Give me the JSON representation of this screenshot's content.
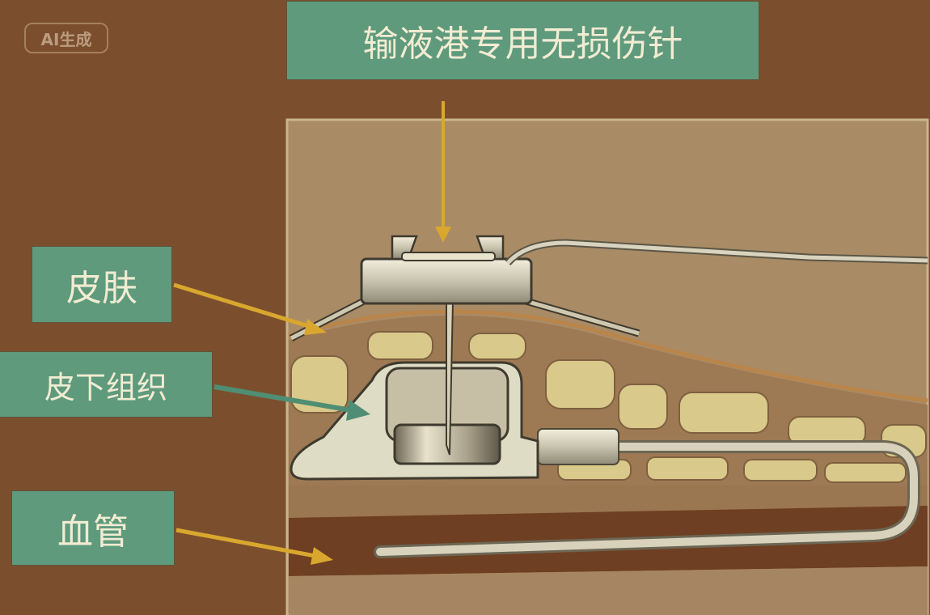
{
  "badge": "AI生成",
  "labels": {
    "title": "输液港专用无损伤针",
    "skin": "皮肤",
    "subcutaneous": "皮下组织",
    "vessel": "血管"
  },
  "colors": {
    "background": "#7b4f2d",
    "label_bg": "#5f9a7d",
    "label_text": "#f1ecd2",
    "arrow_yellow": "#d9a72e",
    "arrow_green": "#4f8e74"
  }
}
